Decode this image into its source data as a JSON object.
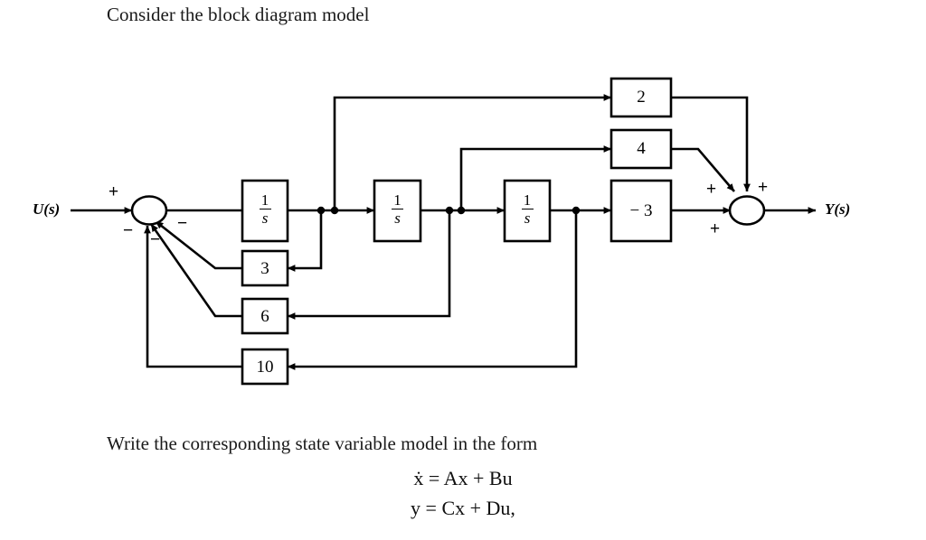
{
  "page": {
    "prompt_top": "Consider the block diagram model",
    "prompt_bottom": "Write the corresponding state variable model in the form",
    "equation_state": "ẋ = Ax + Bu",
    "equation_output": "y = Cx + Du,",
    "background_color": "#ffffff",
    "line_color": "#000000"
  },
  "diagram": {
    "input_label": "U(s)",
    "output_label": "Y(s)",
    "integrators": [
      {
        "name": "integrator-1",
        "numerator": "1",
        "denominator": "s"
      },
      {
        "name": "integrator-2",
        "numerator": "1",
        "denominator": "s"
      },
      {
        "name": "integrator-3",
        "numerator": "1",
        "denominator": "s"
      }
    ],
    "feedforward_gains": [
      {
        "name": "gain-2",
        "label": "2"
      },
      {
        "name": "gain-4",
        "label": "4"
      },
      {
        "name": "gain-minus-3",
        "label": "− 3"
      }
    ],
    "feedback_gains": [
      {
        "name": "gain-3",
        "label": "3"
      },
      {
        "name": "gain-6",
        "label": "6"
      },
      {
        "name": "gain-10",
        "label": "10"
      }
    ],
    "input_summer": {
      "name": "input-summing-junction",
      "signs": [
        "+",
        "−",
        "−",
        "−"
      ]
    },
    "output_summer": {
      "name": "output-summing-junction",
      "signs": [
        "+",
        "+",
        "+"
      ]
    }
  }
}
